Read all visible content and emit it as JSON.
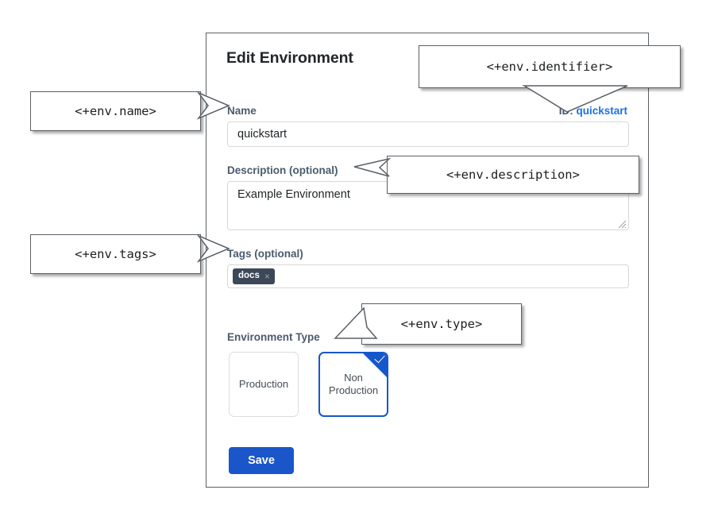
{
  "form": {
    "title": "Edit Environment",
    "identifier_prefix": "ID:",
    "identifier_value": "quickstart",
    "fields": {
      "name": {
        "label": "Name",
        "value": "quickstart",
        "placeholder": ""
      },
      "description": {
        "label": "Description (optional)",
        "value": "Example Environment",
        "placeholder": ""
      },
      "tags": {
        "label": "Tags (optional)",
        "placeholder": "",
        "chips": [
          {
            "text": "docs",
            "remove_icon": "×"
          }
        ]
      },
      "environment_type": {
        "label": "Environment Type",
        "options": [
          {
            "label": "Production",
            "selected": false
          },
          {
            "label": "Non\nProduction",
            "line1": "Non",
            "line2": "Production",
            "selected": true
          }
        ]
      }
    },
    "save_label": "Save"
  },
  "annotations": [
    {
      "id": "name",
      "text": "<+env.name>"
    },
    {
      "id": "tags",
      "text": "<+env.tags>"
    },
    {
      "id": "identifier",
      "text": "<+env.identifier>"
    },
    {
      "id": "description",
      "text": "<+env.description>"
    },
    {
      "id": "type",
      "text": "<+env.type>"
    }
  ],
  "colors": {
    "accent_blue": "#1558cc",
    "save_blue": "#1a56c9",
    "link_blue": "#1a73e8",
    "label_slate": "#4a5b6e",
    "chip_dark": "#3c4858",
    "panel_border": "#5b6065",
    "input_border": "#d4d7da"
  }
}
